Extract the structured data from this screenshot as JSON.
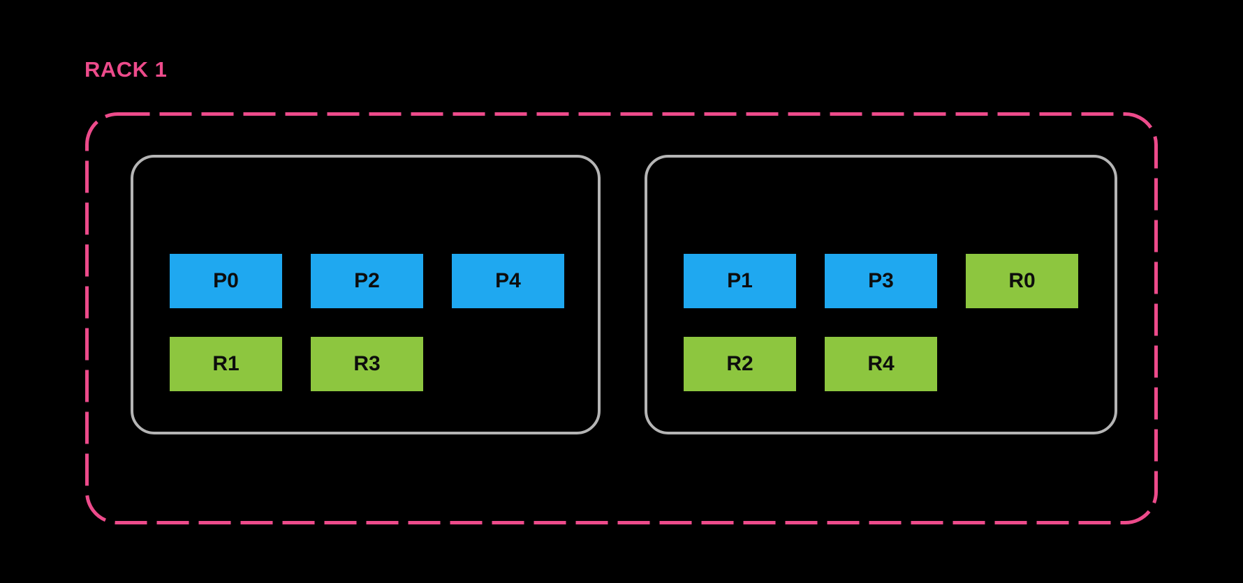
{
  "colors": {
    "background": "#000000",
    "accent_pink": "#ED4B8B",
    "primary_blue": "#1FA8F0",
    "replica_green": "#8DC63F",
    "broker_border_gray": "#B5B5B5",
    "block_text": "#0D0D0D"
  },
  "diagram": {
    "rack_label": "RACK 1",
    "brokers": [
      {
        "blocks": [
          {
            "label": "P0",
            "type": "primary"
          },
          {
            "label": "P2",
            "type": "primary"
          },
          {
            "label": "P4",
            "type": "primary"
          },
          {
            "label": "R1",
            "type": "replica"
          },
          {
            "label": "R3",
            "type": "replica"
          }
        ]
      },
      {
        "blocks": [
          {
            "label": "P1",
            "type": "primary"
          },
          {
            "label": "P3",
            "type": "primary"
          },
          {
            "label": "R0",
            "type": "replica"
          },
          {
            "label": "R2",
            "type": "replica"
          },
          {
            "label": "R4",
            "type": "replica"
          }
        ]
      }
    ]
  }
}
